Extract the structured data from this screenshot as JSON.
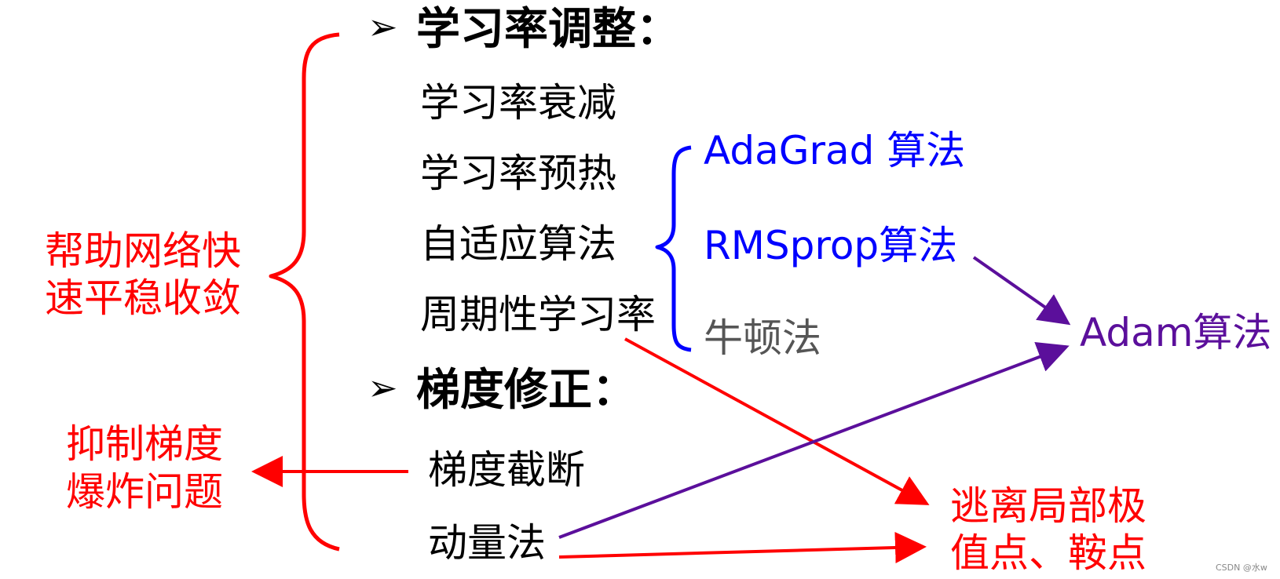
{
  "colors": {
    "black": "#000000",
    "red": "#ff0000",
    "blue": "#0000ff",
    "purple": "#5b0f9b",
    "gray": "#555555"
  },
  "section_lr": {
    "bullet": "➢",
    "title": "学习率调整：",
    "items": [
      "学习率衰减",
      "学习率预热",
      "自适应算法",
      "周期性学习率"
    ]
  },
  "section_grad": {
    "bullet": "➢",
    "title": "梯度修正：",
    "items": [
      "梯度截断",
      "动量法"
    ]
  },
  "left_goal": {
    "line1": "帮助网络快",
    "line2": "速平稳收敛"
  },
  "suppress": {
    "line1": "抑制梯度",
    "line2": "爆炸问题"
  },
  "adaptive": {
    "adagrad": "AdaGrad 算法",
    "rmsprop": "RMSprop算法",
    "newton": "牛顿法"
  },
  "adam": "Adam算法",
  "escape": {
    "line1": "逃离局部极",
    "line2": "值点、鞍点"
  },
  "watermark": "CSDN @水w"
}
